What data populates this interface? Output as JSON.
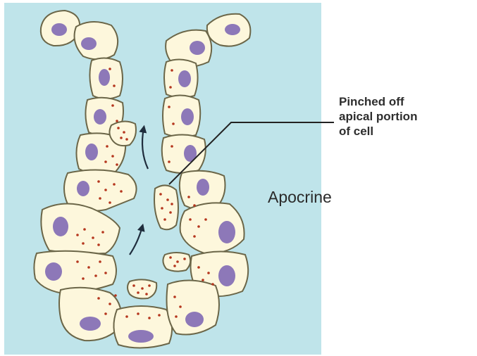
{
  "annotation": {
    "lines": [
      "Pinched off",
      "apical portion",
      "of cell"
    ]
  },
  "label": "Apocrine",
  "colors": {
    "background_panel": "#bfe4ea",
    "cell_fill": "#fdf7dc",
    "cell_outline": "#6b6648",
    "nucleus": "#8d78b8",
    "granule": "#b5361d",
    "arrow": "#1f2d3d",
    "leader_line": "#222222"
  }
}
